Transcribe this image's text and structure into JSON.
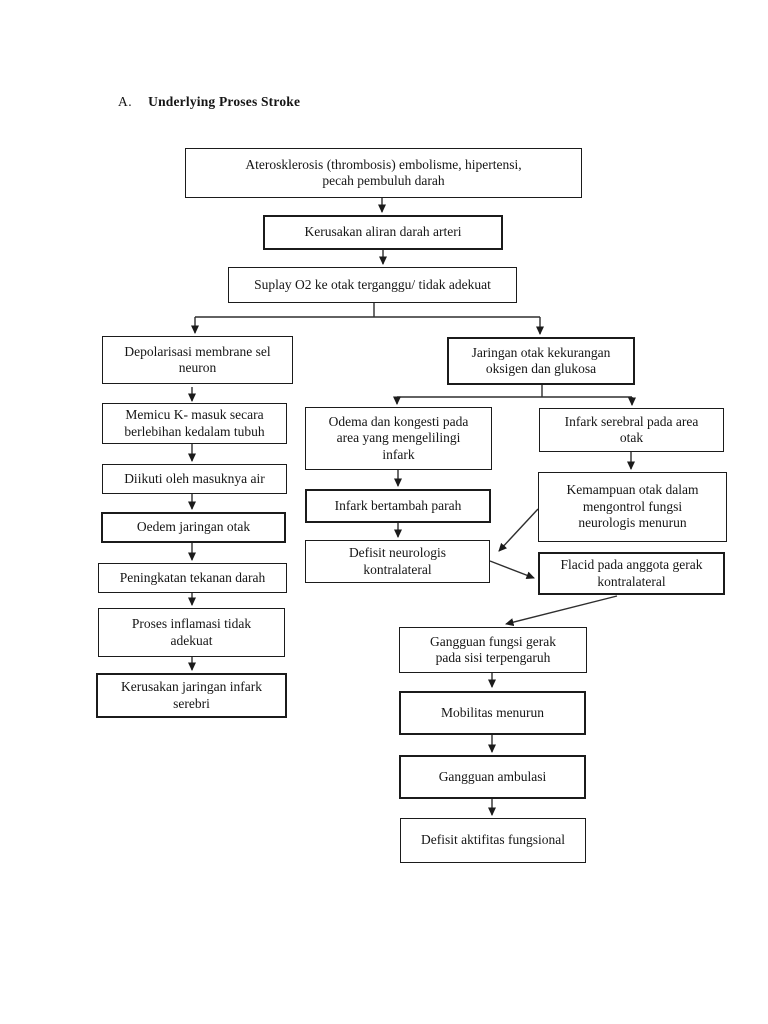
{
  "page": {
    "section_letter": "A.",
    "title": "Underlying Proses Stroke"
  },
  "colors": {
    "background": "#ffffff",
    "box_border": "#1b1b1b",
    "line": "#2e2e2e",
    "text": "#151515"
  },
  "flowchart": {
    "nodes": {
      "aterosklerosis": {
        "label": "Aterosklerosis (thrombosis) embolisme, hipertensi,\npecah pembuluh darah"
      },
      "kerusakan_aliran": {
        "label": "Kerusakan aliran darah arteri"
      },
      "suplay_o2": {
        "label": "Suplay O2 ke otak terganggu/ tidak adekuat"
      },
      "depolarisasi": {
        "label": "Depolarisasi membrane sel\nneuron"
      },
      "memicu_k": {
        "label": "Memicu K- masuk secara\nberlebihan kedalam tubuh"
      },
      "diikuti_air": {
        "label": "Diikuti oleh masuknya air"
      },
      "oedem_jaringan": {
        "label": "Oedem jaringan otak"
      },
      "peningkatan_tekanan": {
        "label": "Peningkatan tekanan darah"
      },
      "proses_inflamasi": {
        "label": "Proses inflamasi tidak\nadekuat"
      },
      "kerusakan_jaringan": {
        "label": "Kerusakan jaringan infark\nserebri"
      },
      "jaringan_otak": {
        "label": "Jaringan otak kekurangan\noksigen dan glukosa"
      },
      "odema_kongesti": {
        "label": "Odema dan kongesti pada\narea yang mengelilingi\ninfark"
      },
      "infark_serebral": {
        "label": "Infark serebral pada area\notak"
      },
      "infark_bertambah": {
        "label": "Infark bertambah parah"
      },
      "kemampuan_otak": {
        "label": "Kemampuan otak dalam\nmengontrol fungsi\nneurologis menurun"
      },
      "defisit_neurologis": {
        "label": "Defisit neurologis\nkontralateral"
      },
      "flacid": {
        "label": "Flacid pada anggota gerak\nkontralateral"
      },
      "gangguan_fungsi": {
        "label": "Gangguan fungsi gerak\npada sisi terpengaruh"
      },
      "mobilitas": {
        "label": "Mobilitas menurun"
      },
      "gangguan_ambulasi": {
        "label": "Gangguan ambulasi"
      },
      "defisit_aktifitas": {
        "label": "Defisit aktifitas fungsional"
      }
    },
    "edges": [
      {
        "from": "aterosklerosis",
        "to": "kerusakan_aliran"
      },
      {
        "from": "kerusakan_aliran",
        "to": "suplay_o2"
      },
      {
        "from": "suplay_o2",
        "to": "depolarisasi"
      },
      {
        "from": "suplay_o2",
        "to": "jaringan_otak"
      },
      {
        "from": "depolarisasi",
        "to": "memicu_k"
      },
      {
        "from": "memicu_k",
        "to": "diikuti_air"
      },
      {
        "from": "diikuti_air",
        "to": "oedem_jaringan"
      },
      {
        "from": "oedem_jaringan",
        "to": "peningkatan_tekanan"
      },
      {
        "from": "peningkatan_tekanan",
        "to": "proses_inflamasi"
      },
      {
        "from": "proses_inflamasi",
        "to": "kerusakan_jaringan"
      },
      {
        "from": "jaringan_otak",
        "to": "odema_kongesti"
      },
      {
        "from": "jaringan_otak",
        "to": "infark_serebral"
      },
      {
        "from": "odema_kongesti",
        "to": "infark_bertambah"
      },
      {
        "from": "infark_bertambah",
        "to": "defisit_neurologis"
      },
      {
        "from": "infark_serebral",
        "to": "kemampuan_otak"
      },
      {
        "from": "kemampuan_otak",
        "to": "defisit_neurologis"
      },
      {
        "from": "defisit_neurologis",
        "to": "flacid"
      },
      {
        "from": "flacid",
        "to": "gangguan_fungsi"
      },
      {
        "from": "gangguan_fungsi",
        "to": "mobilitas"
      },
      {
        "from": "mobilitas",
        "to": "gangguan_ambulasi"
      },
      {
        "from": "gangguan_ambulasi",
        "to": "defisit_aktifitas"
      }
    ]
  }
}
